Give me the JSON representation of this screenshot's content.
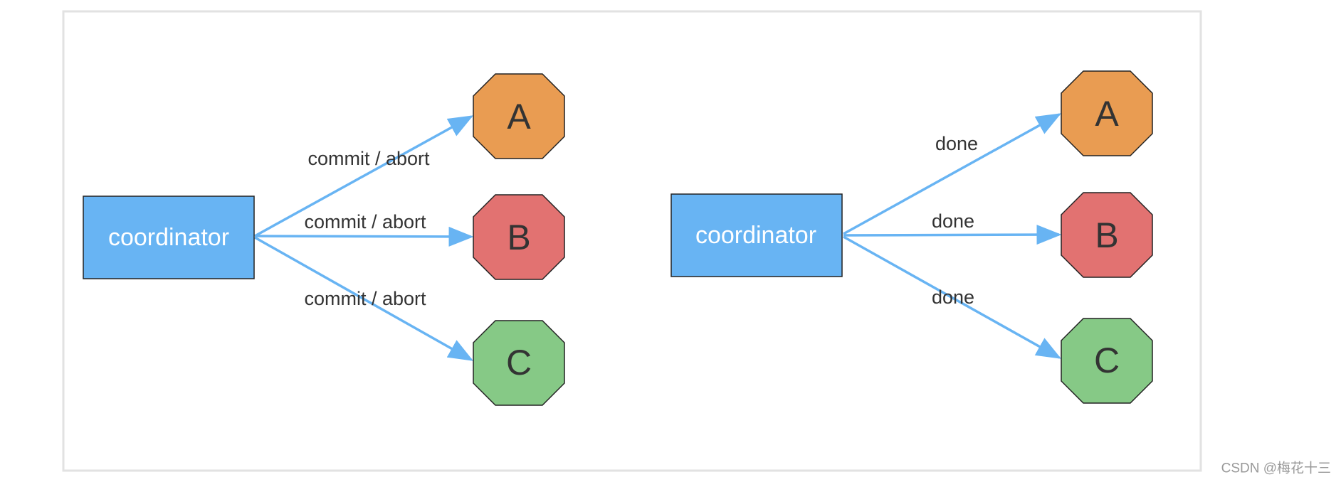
{
  "colors": {
    "frame": "#e2e2e2",
    "coordinator_fill": "#68b4f3",
    "edge": "#68b4f3",
    "node_a": "#e99c52",
    "node_b": "#e27271",
    "node_c": "#86c986",
    "outline": "#222222"
  },
  "left_panel": {
    "coordinator_label": "coordinator",
    "edge_labels": [
      "commit / abort",
      "commit / abort",
      "commit / abort"
    ],
    "nodes": [
      "A",
      "B",
      "C"
    ]
  },
  "right_panel": {
    "coordinator_label": "coordinator",
    "edge_labels": [
      "done",
      "done",
      "done"
    ],
    "nodes": [
      "A",
      "B",
      "C"
    ]
  },
  "watermark": "CSDN @梅花十三"
}
